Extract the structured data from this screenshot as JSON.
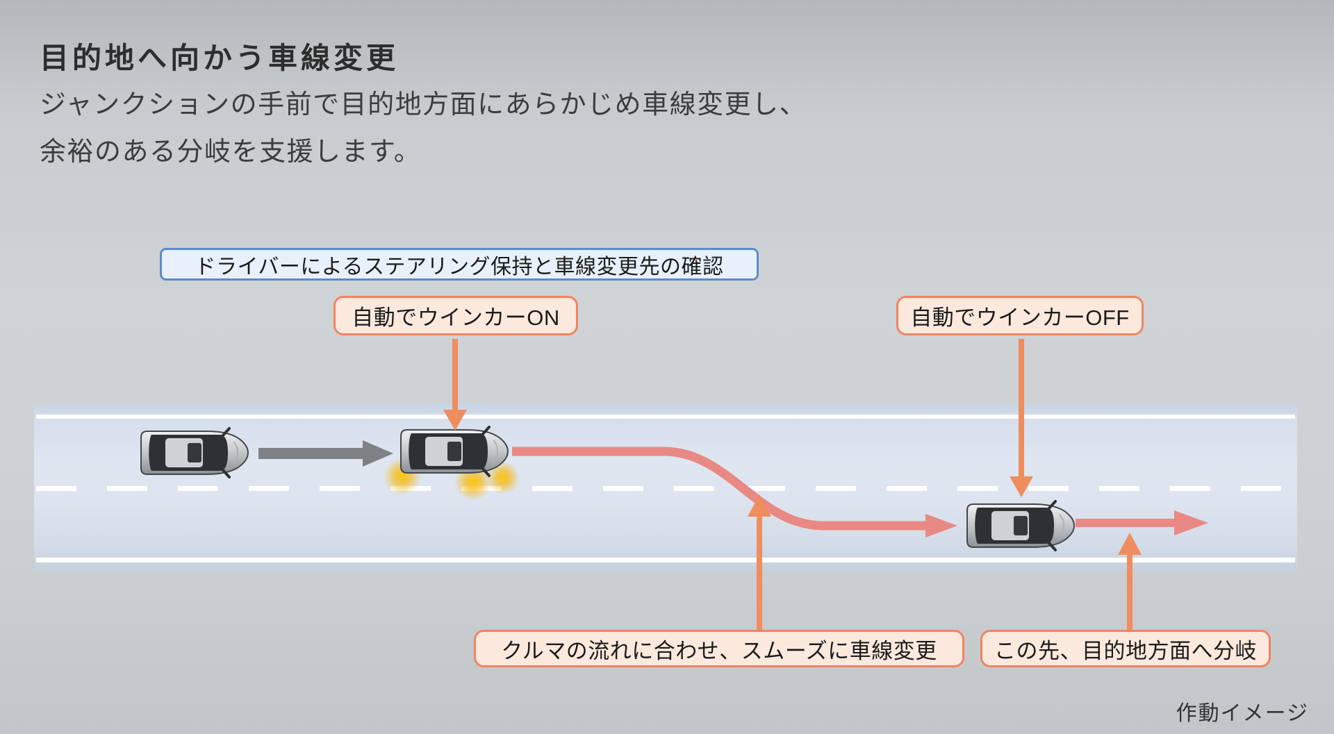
{
  "header": {
    "title": "目的地へ向かう車線変更",
    "description_line1": "ジャンクションの手前で目的地方面にあらかじめ車線変更し、",
    "description_line2": "余裕のある分岐を支援します。"
  },
  "callouts": {
    "driver_confirm": "ドライバーによるステアリング保持と車線変更先の確認",
    "blinker_on": "自動でウインカーON",
    "blinker_off": "自動でウインカーOFF",
    "smooth_lane_change": "クルマの流れに合わせ、スムーズに車線変更",
    "branch_ahead": "この先、目的地方面へ分岐"
  },
  "footer": {
    "note": "作動イメージ"
  },
  "colors": {
    "callout_orange_border": "#ee8463",
    "callout_orange_fill": "#fce9dd",
    "callout_blue_border": "#5b8bc9",
    "callout_blue_fill": "#e8f1fb",
    "annotation_arrow_orange": "#ef8d5e",
    "path_arrow_salmon": "#e98983",
    "travel_arrow_gray": "#7e8285",
    "lane_marking_white": "#ffffff",
    "blinker_glow_yellow": "#f7b500",
    "road_surface_blue_gray": "#dbe3ef",
    "background_gray": "#cbcfd1"
  }
}
